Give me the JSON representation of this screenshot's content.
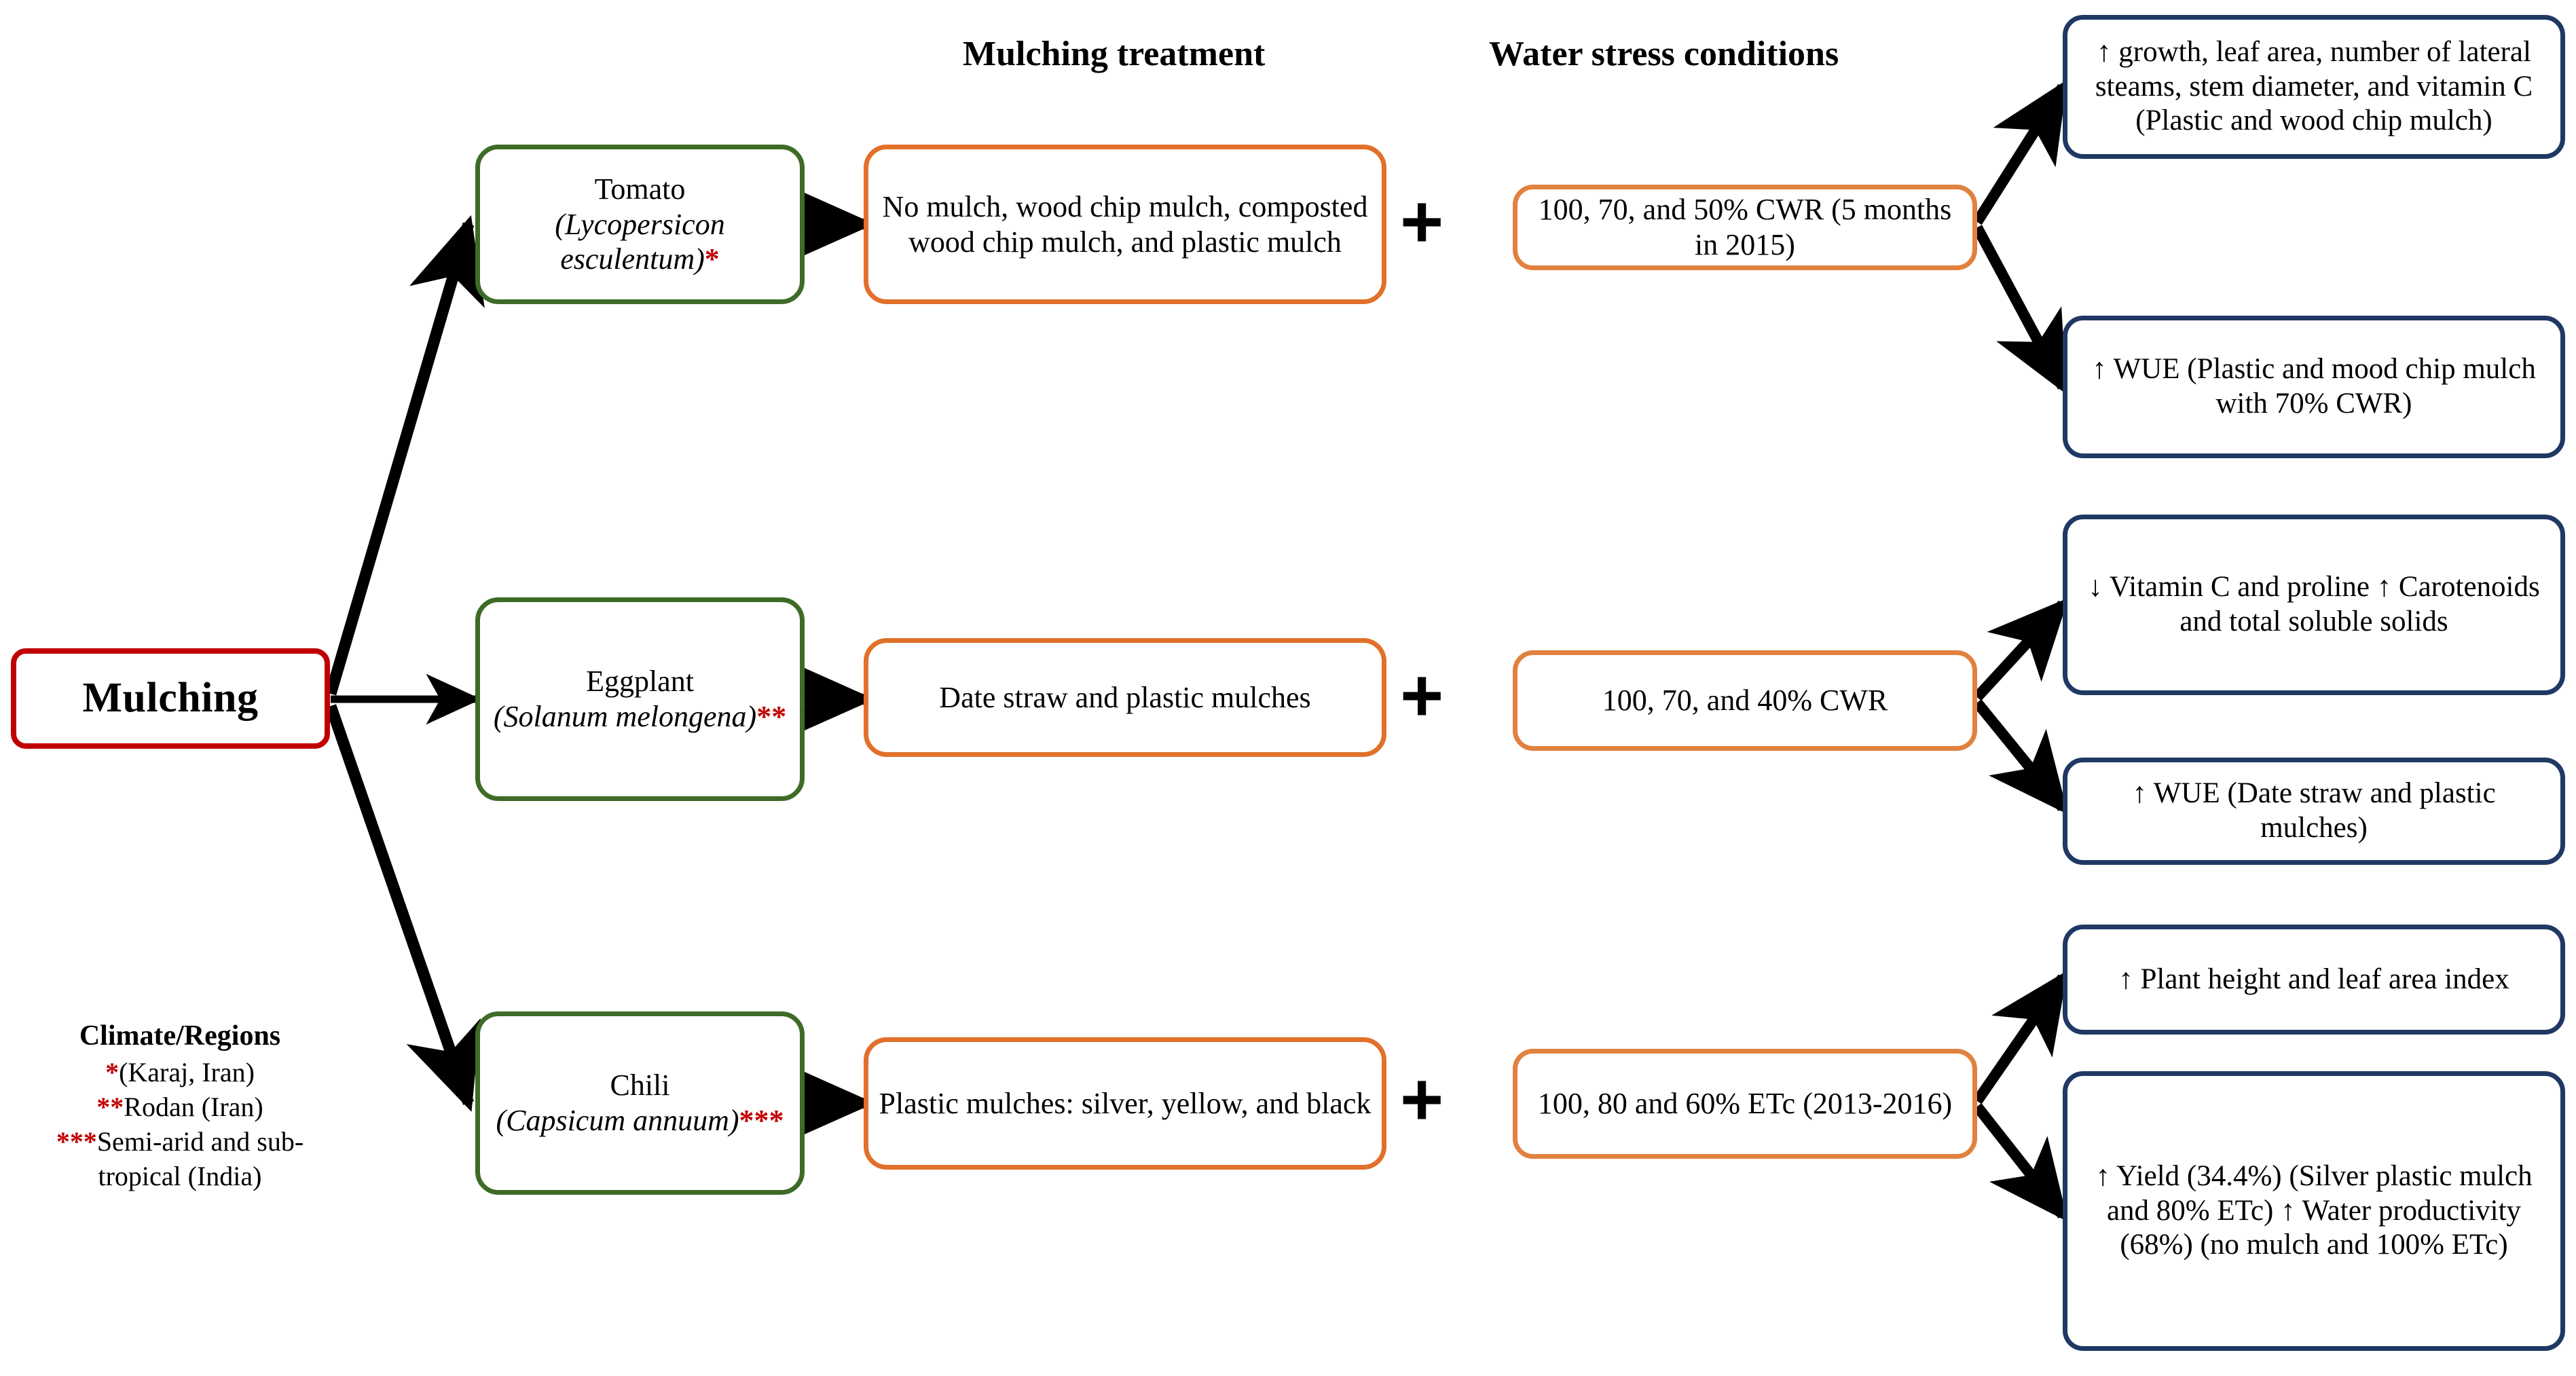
{
  "headers": {
    "mulching_treatment": "Mulching treatment",
    "water_stress": "Water stress conditions"
  },
  "root": {
    "label": "Mulching"
  },
  "plus_symbol": "+",
  "rows": [
    {
      "crop": {
        "common_name": "Tomato",
        "scientific_name": "(Lycopersicon esculentum)",
        "marker": "*"
      },
      "treatment": "No mulch, wood chip mulch, composted wood chip mulch, and plastic mulch",
      "stress": "100, 70, and 50% CWR (5 months in 2015)",
      "results": [
        "↑ growth, leaf area, number of lateral steams, stem diameter, and vitamin C (Plastic and wood chip mulch)",
        "↑ WUE (Plastic and mood chip mulch with 70% CWR)"
      ]
    },
    {
      "crop": {
        "common_name": "Eggplant",
        "scientific_name": "(Solanum melongena)",
        "marker": "**"
      },
      "treatment": "Date straw and plastic mulches",
      "stress": "100, 70, and 40% CWR",
      "results": [
        "↓ Vitamin C and proline ↑ Carotenoids and total soluble solids",
        "↑ WUE (Date straw and plastic mulches)"
      ]
    },
    {
      "crop": {
        "common_name": "Chili",
        "scientific_name": "(Capsicum annuum)",
        "marker": "***"
      },
      "treatment": "Plastic mulches: silver, yellow, and black",
      "stress": "100, 80 and 60% ETc (2013-2016)",
      "results": [
        "↑ Plant height and leaf area index",
        "↑ Yield (34.4%) (Silver plastic mulch and 80% ETc) ↑ Water productivity (68%) (no mulch and 100% ETc)"
      ]
    }
  ],
  "legend": {
    "title": "Climate/Regions",
    "entries": [
      {
        "marker": "*",
        "text": "(Karaj, Iran)"
      },
      {
        "marker": "**",
        "text": "Rodan (Iran)"
      },
      {
        "marker": "***",
        "text": "Semi-arid and sub-tropical (India)"
      }
    ]
  },
  "colors": {
    "root_border": "#c00000",
    "crop_border": "#3e6b26",
    "treatment_border": "#e1702a",
    "stress_border": "#e1813f",
    "result_border": "#1f3864",
    "marker": "#c00000",
    "arrow": "#000000"
  }
}
